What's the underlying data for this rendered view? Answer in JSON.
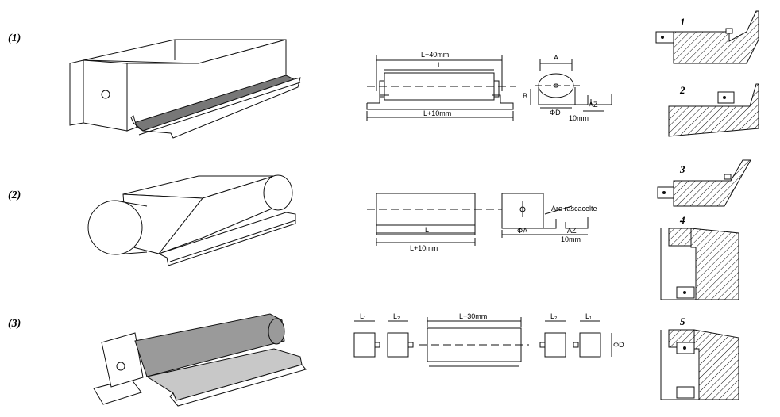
{
  "rows": [
    {
      "label": "(1)"
    },
    {
      "label": "(2)"
    },
    {
      "label": "(3)"
    }
  ],
  "row1_dims": {
    "top": "L+40mm",
    "mid": "L",
    "bottom": "L+10mm",
    "a": "A",
    "b": "B",
    "phi_d": "ΦD",
    "az": "AZ",
    "ten": "10mm"
  },
  "row2_dims": {
    "l": "L",
    "bottom": "L+10mm",
    "phi_a": "ΦA",
    "az": "AZ",
    "ten": "10mm",
    "aro": "Aro rascacelte"
  },
  "row3_dims": {
    "l1_left": "L₁",
    "l2_left": "L₂",
    "center": "L+30mm",
    "l2_right": "L₂",
    "l1_right": "L₁",
    "phi_d": "ΦD"
  },
  "steps": [
    {
      "label": "1"
    },
    {
      "label": "2"
    },
    {
      "label": "3"
    },
    {
      "label": "4"
    },
    {
      "label": "5"
    }
  ]
}
